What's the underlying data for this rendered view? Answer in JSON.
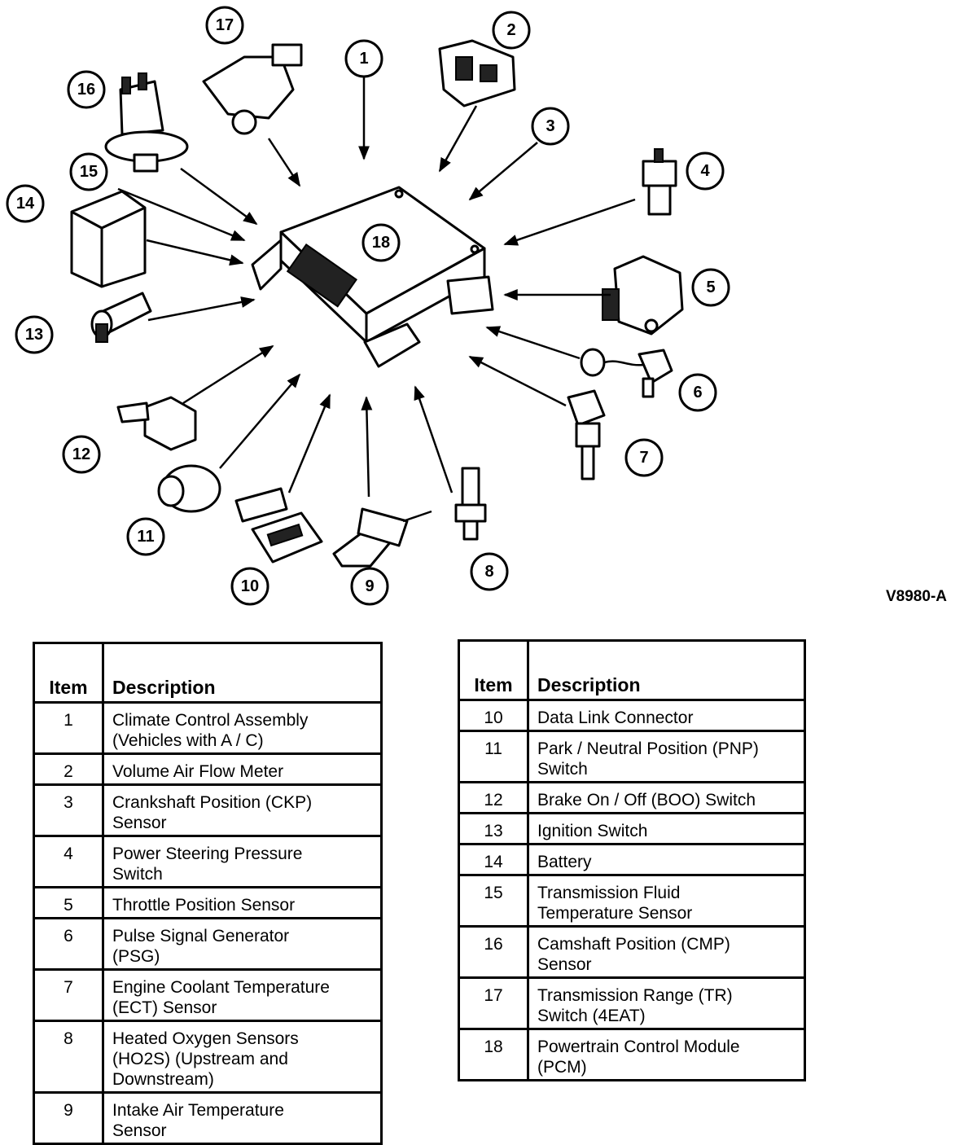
{
  "figure_code": "V8980-A",
  "callouts": [
    "1",
    "2",
    "3",
    "4",
    "5",
    "6",
    "7",
    "8",
    "9",
    "10",
    "11",
    "12",
    "13",
    "14",
    "15",
    "16",
    "17",
    "18"
  ],
  "table_headers": {
    "item": "Item",
    "description": "Description"
  },
  "left_rows": [
    {
      "item": "1",
      "lines": [
        "Climate Control Assembly",
        "(Vehicles with A / C)"
      ]
    },
    {
      "item": "2",
      "lines": [
        "Volume Air Flow Meter"
      ]
    },
    {
      "item": "3",
      "lines": [
        "Crankshaft Position (CKP)",
        "Sensor"
      ]
    },
    {
      "item": "4",
      "lines": [
        "Power Steering Pressure",
        "Switch"
      ]
    },
    {
      "item": "5",
      "lines": [
        "Throttle Position Sensor"
      ]
    },
    {
      "item": "6",
      "lines": [
        "Pulse Signal Generator",
        "(PSG)"
      ]
    },
    {
      "item": "7",
      "lines": [
        "Engine Coolant Temperature",
        "(ECT) Sensor"
      ]
    },
    {
      "item": "8",
      "lines": [
        "Heated Oxygen Sensors",
        "(HO2S) (Upstream and",
        "Downstream)"
      ]
    },
    {
      "item": "9",
      "lines": [
        "Intake Air Temperature",
        "Sensor"
      ]
    }
  ],
  "right_rows": [
    {
      "item": "10",
      "lines": [
        "Data Link Connector"
      ]
    },
    {
      "item": "11",
      "lines": [
        "Park / Neutral Position (PNP)",
        "Switch"
      ]
    },
    {
      "item": "12",
      "lines": [
        "Brake On / Off (BOO) Switch"
      ]
    },
    {
      "item": "13",
      "lines": [
        "Ignition Switch"
      ]
    },
    {
      "item": "14",
      "lines": [
        "Battery"
      ]
    },
    {
      "item": "15",
      "lines": [
        "Transmission Fluid",
        "Temperature Sensor"
      ]
    },
    {
      "item": "16",
      "lines": [
        "Camshaft Position (CMP)",
        "Sensor"
      ]
    },
    {
      "item": "17",
      "lines": [
        "Transmission Range (TR)",
        "Switch (4EAT)"
      ]
    },
    {
      "item": "18",
      "lines": [
        "Powertrain Control Module",
        "(PCM)"
      ]
    }
  ]
}
